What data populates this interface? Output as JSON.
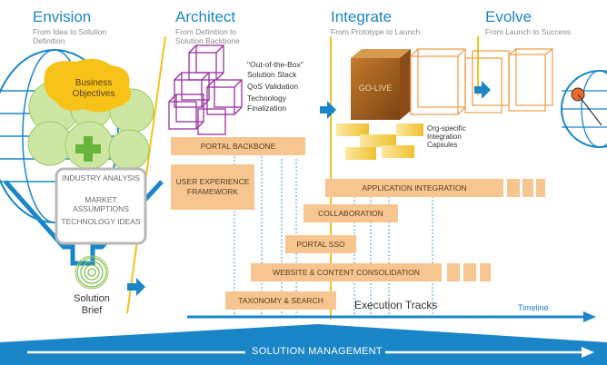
{
  "phases": [
    {
      "title": "Envision",
      "subtitle": "From Idea to Solution Definition"
    },
    {
      "title": "Architect",
      "subtitle": "From Definition to Solution Backbone"
    },
    {
      "title": "Integrate",
      "subtitle": "From Prototype to Launch"
    },
    {
      "title": "Evolve",
      "subtitle": "From Launch to Success"
    }
  ],
  "envision": {
    "business_objectives": "Business Objectives",
    "inputs": [
      "INDUSTRY ANALYSIS",
      "MARKET ASSUMPTIONS",
      "TECHNOLOGY IDEAS"
    ],
    "solution_brief": "Solution Brief"
  },
  "architect": {
    "notes": [
      "\"Out-of-the-Box\"",
      "Solution Stack",
      "QoS Validation",
      "Technology",
      "Finalization"
    ]
  },
  "integrate": {
    "golive": "GO-LIVE",
    "capsules": [
      "Org-specific",
      "Integration",
      "Capsules"
    ]
  },
  "tracks": [
    "PORTAL BACKBONE",
    "USER EXPERIENCE FRAMEWORK",
    "APPLICATION INTEGRATION",
    "COLLABORATION",
    "PORTAL SSO",
    "WEBSITE & CONTENT CONSOLIDATION",
    "TAXONOMY & SEARCH"
  ],
  "execution_tracks": "Execution Tracks",
  "timeline": "Timeline",
  "solution_management": "SOLUTION MANAGEMENT",
  "colors": {
    "blue": "#1a86c8",
    "orange": "#f6c590",
    "yellow": "#f3c21b",
    "purple": "#9b2fa0"
  }
}
